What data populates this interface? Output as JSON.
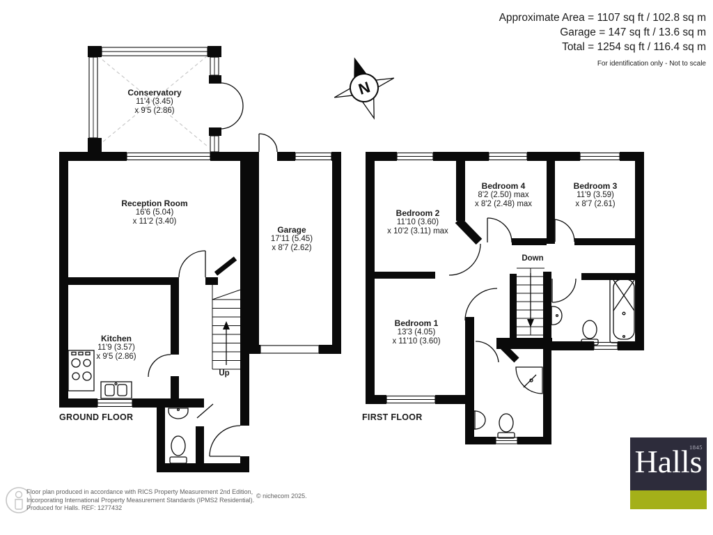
{
  "header": {
    "area_line1": "Approximate Area = 1107 sq ft / 102.8 sq m",
    "area_line2": "Garage = 147 sq ft / 13.6 sq m",
    "area_line3": "Total = 1254 sq ft / 116.4 sq m",
    "disclaimer": "For identification only - Not to scale"
  },
  "compass": {
    "label": "N"
  },
  "ground_floor": {
    "label": "GROUND FLOOR",
    "stairs_label": "Up",
    "rooms": [
      {
        "name": "Conservatory",
        "dim1": "11'4 (3.45)",
        "dim2": "x 9'5 (2.86)"
      },
      {
        "name": "Reception Room",
        "dim1": "16'6 (5.04)",
        "dim2": "x 11'2 (3.40)"
      },
      {
        "name": "Garage",
        "dim1": "17'11 (5.45)",
        "dim2": "x 8'7 (2.62)"
      },
      {
        "name": "Kitchen",
        "dim1": "11'9 (3.57)",
        "dim2": "x 9'5 (2.86)"
      }
    ]
  },
  "first_floor": {
    "label": "FIRST FLOOR",
    "stairs_label": "Down",
    "rooms": [
      {
        "name": "Bedroom 2",
        "dim1": "11'10 (3.60)",
        "dim2": "x 10'2 (3.11) max"
      },
      {
        "name": "Bedroom 4",
        "dim1": "8'2 (2.50) max",
        "dim2": "x 8'2 (2.48) max"
      },
      {
        "name": "Bedroom 3",
        "dim1": "11'9 (3.59)",
        "dim2": "x 8'7 (2.61)"
      },
      {
        "name": "Bedroom 1",
        "dim1": "13'3 (4.05)",
        "dim2": "x 11'10 (3.60)"
      }
    ]
  },
  "footer": {
    "line1": "Floor plan produced in accordance with RICS Property Measurement 2nd Edition,",
    "line2": "Incorporating International Property Measurement Standards (IPMS2 Residential).",
    "line3": "Produced for Halls.   REF: 1277432",
    "copyright": "© nichecom 2025."
  },
  "logo": {
    "name": "Halls",
    "year": "1845",
    "navy": "#2d2c3b",
    "green": "#a4b019"
  }
}
